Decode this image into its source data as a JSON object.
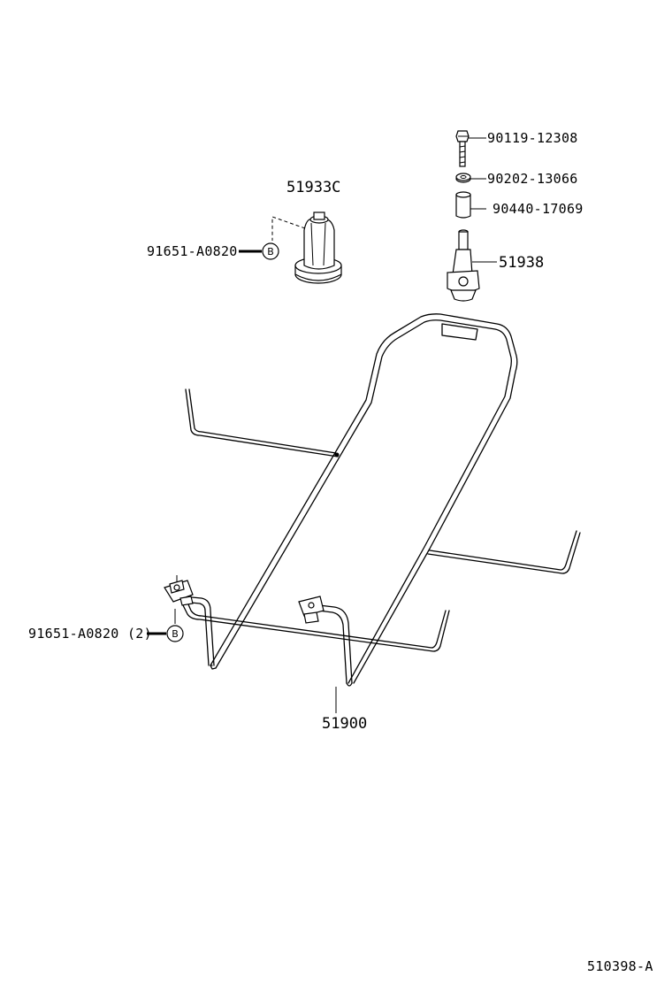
{
  "diagram": {
    "parts": {
      "bolt": "90119-12308",
      "washer": "90202-13066",
      "collar": "90440-17069",
      "hook": "51938",
      "clip_cap": "51933C",
      "clip_top": "91651-A0820",
      "clip_bottom": "91651-A0820 (2)",
      "carrier": "51900"
    },
    "ref_marker": "B",
    "figure_id": "510398-A"
  }
}
